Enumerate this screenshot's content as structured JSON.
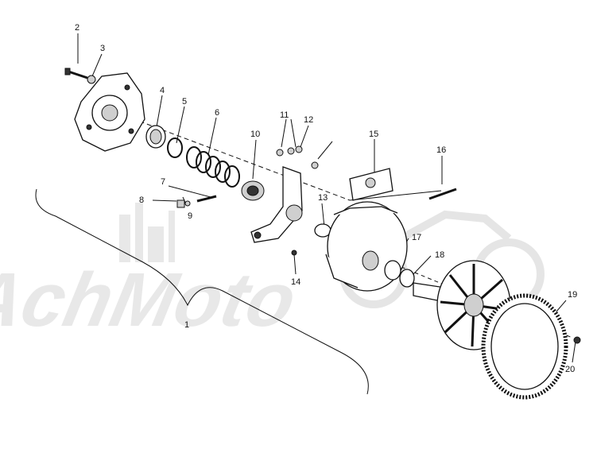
{
  "watermark": {
    "text": "AchMoto"
  },
  "callouts": [
    {
      "id": "1",
      "label": "1"
    },
    {
      "id": "2",
      "label": "2"
    },
    {
      "id": "3",
      "label": "3"
    },
    {
      "id": "4",
      "label": "4"
    },
    {
      "id": "5",
      "label": "5"
    },
    {
      "id": "6",
      "label": "6"
    },
    {
      "id": "7",
      "label": "7"
    },
    {
      "id": "8",
      "label": "8"
    },
    {
      "id": "9",
      "label": "9"
    },
    {
      "id": "10",
      "label": "10"
    },
    {
      "id": "11",
      "label": "11"
    },
    {
      "id": "12",
      "label": "12"
    },
    {
      "id": "13",
      "label": "13"
    },
    {
      "id": "14",
      "label": "14"
    },
    {
      "id": "15",
      "label": "15"
    },
    {
      "id": "16",
      "label": "16"
    },
    {
      "id": "17",
      "label": "17"
    },
    {
      "id": "18",
      "label": "18"
    },
    {
      "id": "19",
      "label": "19"
    },
    {
      "id": "20",
      "label": "20"
    }
  ]
}
